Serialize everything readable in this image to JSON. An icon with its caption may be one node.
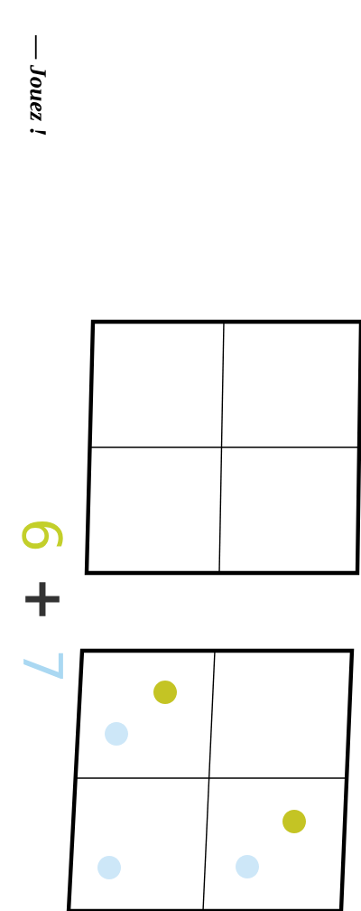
{
  "diagram": {
    "labels": [
      "— Jouez !",
      "6",
      "+",
      "7"
    ]
  }
}
